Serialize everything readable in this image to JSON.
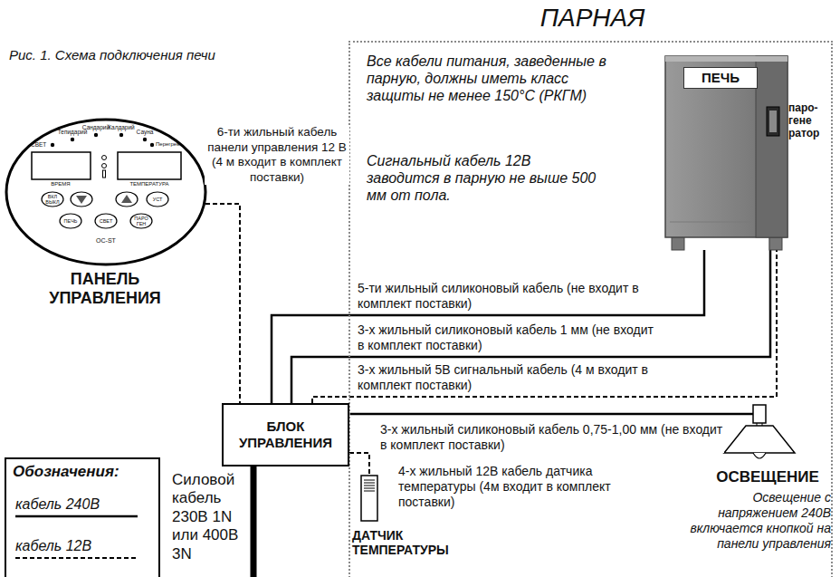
{
  "diagram": {
    "title": "Рис. 1. Схема подключения печи",
    "nodes": [
      {
        "text": [
          "ПАРНАЯ"
        ]
      },
      {
        "text": [
          "ПЕЧЬ"
        ],
        "in": 0
      },
      {
        "text": [
          "паро- гене ратор"
        ],
        "in": 0
      },
      {
        "text": [
          "ПАНЕЛЬ УПРАВЛЕНИЯ"
        ]
      },
      {
        "text": [
          "БЛОК УПРАВЛЕНИЯ"
        ]
      },
      {
        "text": [
          "ДАТЧИК ТЕМПЕРАТУРЫ"
        ],
        "in": 0
      },
      {
        "text": [
          "ОСВЕЩЕНИЕ",
          "Освещение с напряжением 240В включается кнопкой на панели управления"
        ],
        "in": 0
      }
    ],
    "edges": [
      {
        "from": 3,
        "to": 4,
        "arrow": "none",
        "label": "6-ти жильный кабель панели управления 12 В (4 м входит в комплект поставки)"
      },
      {
        "from": 4,
        "to": 1,
        "arrow": "none",
        "label": "5-ти жильный силиконовый кабель (не входит в комплект поставки)"
      },
      {
        "from": 4,
        "to": 2,
        "arrow": "none",
        "label": "3-х жильный силиконовый кабель 1 мм (не входит в комплект поставки)"
      },
      {
        "from": 4,
        "to": 2,
        "arrow": "none",
        "label": "3-х жильный 5В сигнальный кабель (4 м входит в комплект поставки)"
      },
      {
        "from": 4,
        "to": 6,
        "arrow": "none",
        "label": "3-х жильный силиконовый кабель 0,75-1,00 мм (не входит в комплект поставки)"
      },
      {
        "from": 4,
        "to": 5,
        "arrow": "none",
        "label": "4-х жильный 12В кабель датчика температуры (4м входит в комплект поставки)"
      }
    ],
    "labels": [
      "Все кабели питания, заведенные в парную, должны иметь класс защиты не менее 150°С (РКГМ)",
      "Сигнальный кабель 12В заводится в парную не выше 500 мм от пола.",
      "Силовой кабель 230В 1N или 400В 3N",
      "Обозначения:",
      "СВЕТ",
      "Тепидарий",
      "Сандарий",
      "Калдарий",
      "Сауна",
      "Перегрев",
      "ВРЕМЯ",
      "ТЕМПЕРАТУРА",
      "ВКЛ ВЫКЛ",
      "УСТ",
      "ПЕЧЬ",
      "СВЕТ",
      "ПАРО ГЕН",
      "OC-ST"
    ],
    "legend": [
      {
        "text": "кабель 240В"
      },
      {
        "text": "кабель 12В"
      }
    ]
  }
}
